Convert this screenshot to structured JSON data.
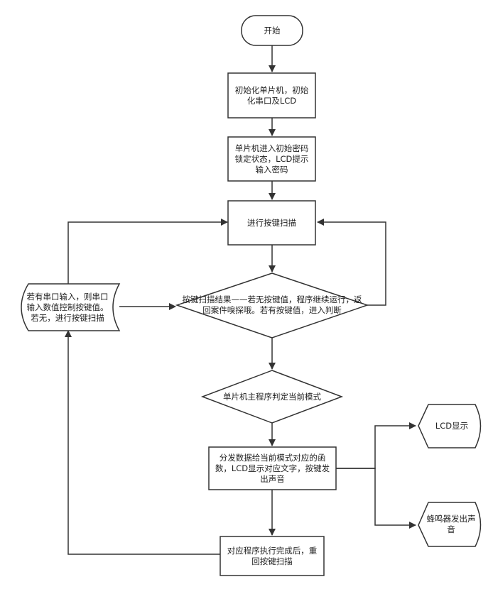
{
  "nodes": {
    "start": "开始",
    "init": "初始化单片机，初始化串口及LCD",
    "lock": "单片机进入初始密码锁定状态，LCD提示输入密码",
    "scan": "进行按键扫描",
    "scan_result": "按键扫描结果——若无按键值，程序继续运行，返回案件嗅探哦。若有按键值，进入判断",
    "serial": "若有串口输入，则串口输入数值控制按键值。若无，进行按键扫描",
    "mode": "单片机主程序判定当前模式",
    "dispatch": "分发数据给当前模式对应的函数，LCD显示对应文字，按键发出声音",
    "lcd_display": "LCD显示",
    "buzzer": "蜂鸣器发出声音",
    "finish": "对应程序执行完成后，重回按键扫描"
  },
  "colors": {
    "stroke": "#333333",
    "fill": "#ffffff",
    "text": "#222222"
  }
}
